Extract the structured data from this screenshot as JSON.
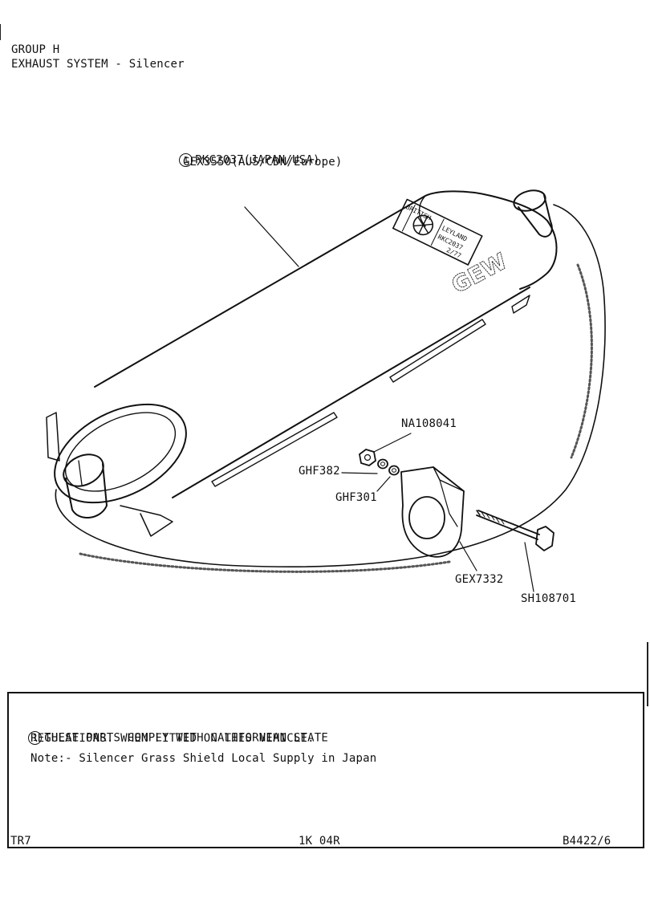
{
  "header": {
    "group": "GROUP H",
    "section": "EXHAUST SYSTEM - Silencer"
  },
  "callout": {
    "ref": "1",
    "line1": "RKC2037(JAPAN/USA)",
    "line2": "GEX3550(AUS/CDN/Europe)"
  },
  "parts": {
    "nut": "NA108041",
    "washer1": "GHF382",
    "washer2": "GHF301",
    "clamp": "GEX7332",
    "bolt": "SH108701"
  },
  "label_plate": {
    "top": "BRITISH",
    "mid": "LEYLAND",
    "code": "RKC2037",
    "date": "2/77"
  },
  "stamp": "GEW",
  "note": {
    "ref": "1",
    "line1": "THESE PARTS COMPLY WITH CALIFORNIAN STATE",
    "line2": "REGULATIONS. WHEN FITTED ON THIS VEHICLE.",
    "line3": "Note:- Silencer Grass Shield Local Supply in Japan"
  },
  "footer": {
    "model": "TR7",
    "page": "1K 04R",
    "ref": "B4422/6"
  }
}
